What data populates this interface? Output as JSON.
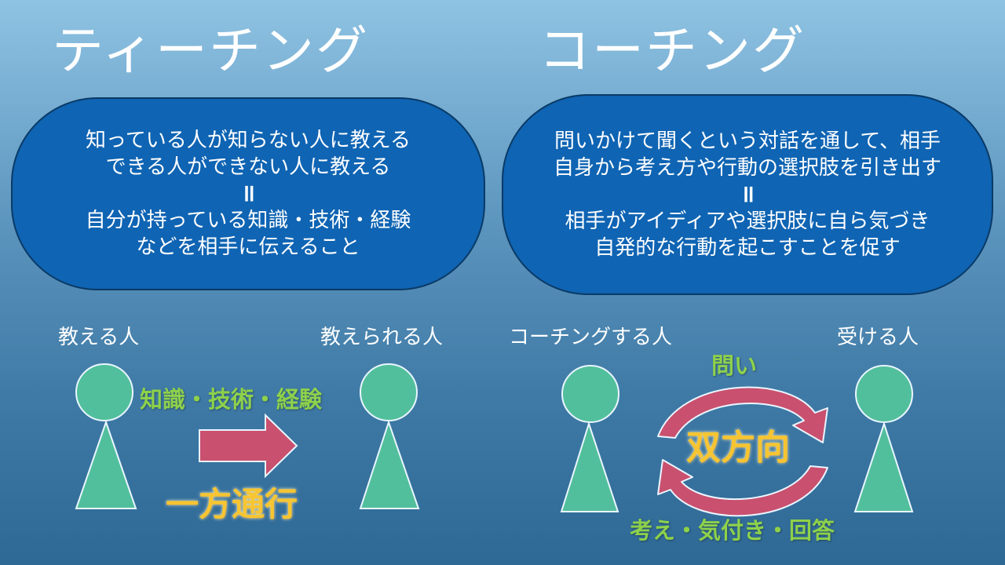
{
  "teaching": {
    "title": "ティーチング",
    "bubble_lines": [
      "知っている人が知らない人に教える",
      "できる人ができない人に教える"
    ],
    "equals": "॥",
    "bubble_lines2": [
      "自分が持っている知識・技術・経験",
      "などを相手に伝えること"
    ],
    "giver_label": "教える人",
    "receiver_label": "教えられる人",
    "flow_label": "知識・技術・経験",
    "direction_label": "一方通行"
  },
  "coaching": {
    "title": "コーチング",
    "bubble_lines": [
      "問いかけて聞くという対話を通して、相手",
      "自身から考え方や行動の選択肢を引き出す"
    ],
    "equals": "॥",
    "bubble_lines2": [
      "相手がアイディアや選択肢に自ら気づき",
      "自発的な行動を起こすことを促す"
    ],
    "coach_label": "コーチングする人",
    "receiver_label": "受ける人",
    "question_label": "問い",
    "direction_label": "双方向",
    "answer_label": "考え・気付き・回答"
  },
  "colors": {
    "bubble": "#0f64b3",
    "person": "#52bf9c",
    "arrow": "#c9506f",
    "green_text": "#8ed14b",
    "gold_text": "#f7c531"
  }
}
